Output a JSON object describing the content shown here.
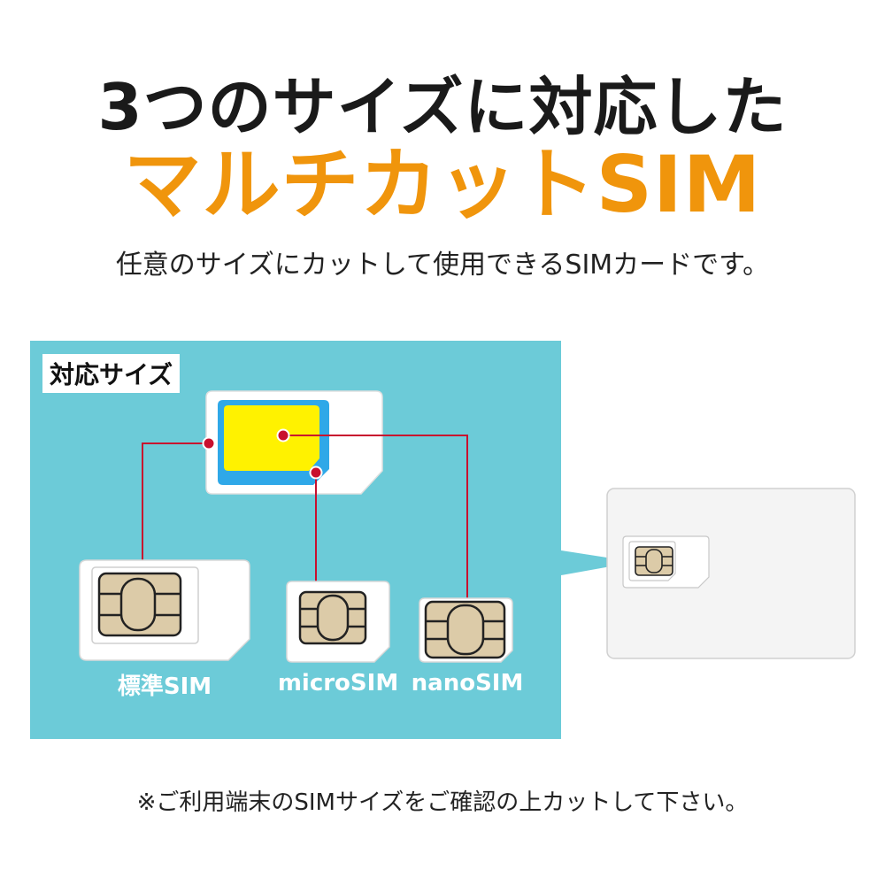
{
  "title": {
    "line1": "3つのサイズに対応した",
    "line2": "マルチカットSIM"
  },
  "subtitle": "任意のサイズにカットして使用できるSIMカードです。",
  "panel": {
    "label": "対応サイズ",
    "sizes": {
      "standard": "標準SIM",
      "micro": "microSIM",
      "nano": "nanoSIM"
    }
  },
  "footnote": "※ご利用端末のSIMサイズをご確認の上カットして下さい。",
  "colors": {
    "accent": "#f0950c",
    "panel": "#6ccbd8",
    "chip": "#dccba8",
    "standard_highlight": "#ffffff",
    "micro_highlight": "#2fa8e8",
    "nano_highlight": "#fff200",
    "connector": "#c8102e"
  }
}
